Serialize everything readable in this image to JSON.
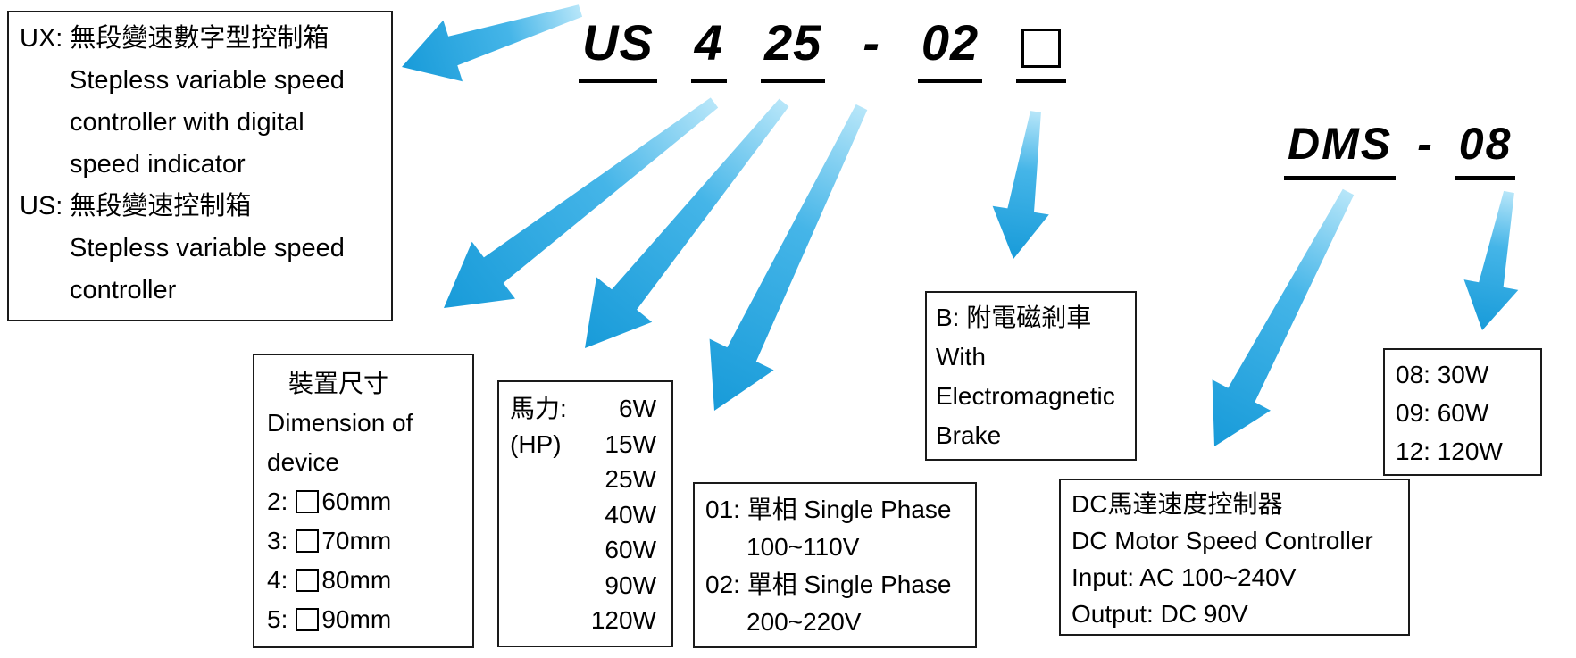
{
  "colors": {
    "arrow_light": "#b7e6f9",
    "arrow_mid": "#45b5e8",
    "arrow_dark": "#189bd9",
    "border": "#000000",
    "background": "#ffffff"
  },
  "model_code": {
    "series": "US",
    "size_digit": "4",
    "wattage_code": "25",
    "dash": "-",
    "voltage_code": "02"
  },
  "dms_code": {
    "series": "DMS",
    "dash": "-",
    "wattage_code": "08"
  },
  "series_box": {
    "lines": [
      "UX: 無段變速數字型控制箱",
      "Stepless variable speed",
      "controller with digital",
      "speed indicator",
      "US: 無段變速控制箱",
      "Stepless variable speed",
      "controller"
    ]
  },
  "dimension_box": {
    "title_cn": "裝置尺寸",
    "title_en_line1": "Dimension of",
    "title_en_line2": "device",
    "options": [
      {
        "key": "2:",
        "value": "60mm"
      },
      {
        "key": "3:",
        "value": "70mm"
      },
      {
        "key": "4:",
        "value": "80mm"
      },
      {
        "key": "5:",
        "value": "90mm"
      }
    ]
  },
  "hp_box": {
    "rows": [
      {
        "label": "馬力:",
        "value": "6W"
      },
      {
        "label": "(HP)",
        "value": "15W"
      },
      {
        "label": "",
        "value": "25W"
      },
      {
        "label": "",
        "value": "40W"
      },
      {
        "label": "",
        "value": "60W"
      },
      {
        "label": "",
        "value": "90W"
      },
      {
        "label": "",
        "value": "120W"
      }
    ]
  },
  "phase_box": {
    "lines": [
      "01: 單相 Single Phase",
      "100~110V",
      "02: 單相 Single Phase",
      "200~220V"
    ]
  },
  "brake_box": {
    "lines": [
      "B: 附電磁剎車",
      "With",
      "Electromagnetic",
      "Brake"
    ]
  },
  "dc_box": {
    "lines": [
      "DC馬達速度控制器",
      "DC Motor Speed Controller",
      "Input: AC 100~240V",
      "Output: DC 90V"
    ]
  },
  "wattage_box": {
    "lines": [
      "08: 30W",
      "09: 60W",
      "12: 120W"
    ]
  }
}
